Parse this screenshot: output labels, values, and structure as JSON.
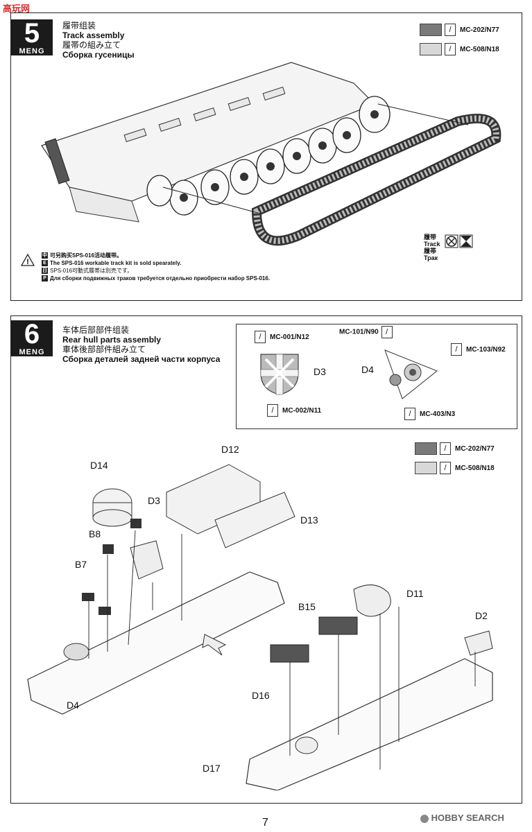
{
  "watermark_top": "高玩网",
  "step5": {
    "number": "5",
    "brand": "MENG",
    "title_zh": "履带组装",
    "title_en": "Track assembly",
    "title_ja": "履帯の組み立て",
    "title_ru": "Сборка гусеницы",
    "paints": [
      {
        "code": "MC-202/N77",
        "color": "#7a7a7a"
      },
      {
        "code": "MC-508/N18",
        "color": "#d8d8d8"
      }
    ],
    "track_labels": [
      "履带",
      "Track",
      "履帯",
      "Трак"
    ],
    "notes": [
      "可另购买SPS-016活动履带。",
      "The SPS-016 workable track kit is sold spearately.",
      "SPS-016可動式履帯は別売です。",
      "Для сборки подвижных траков требуется отдельно приобрести набор SPS-016."
    ]
  },
  "step6": {
    "number": "6",
    "brand": "MENG",
    "title_zh": "车体后部部件组装",
    "title_en": "Rear hull parts assembly",
    "title_ja": "車体後部部件組み立て",
    "title_ru": "Сборка деталей задней части корпуса",
    "sub_paints": {
      "top_left": "MC-001/N12",
      "bottom_left": "MC-002/N11",
      "top_mid": "MC-101/N90",
      "right": "MC-103/N92",
      "bottom_mid": "MC-403/N3"
    },
    "sub_parts": [
      "D3",
      "D4"
    ],
    "paints": [
      {
        "code": "MC-202/N77",
        "color": "#7a7a7a"
      },
      {
        "code": "MC-508/N18",
        "color": "#d8d8d8"
      }
    ],
    "parts": {
      "d14": "D14",
      "d12": "D12",
      "d3": "D3",
      "b8": "B8",
      "b7": "B7",
      "d13": "D13",
      "d4": "D4",
      "d11": "D11",
      "b15": "B15",
      "d2": "D2",
      "d16": "D16",
      "d17": "D17"
    }
  },
  "page_number": "7",
  "footer_brand": "HOBBY SEARCH"
}
